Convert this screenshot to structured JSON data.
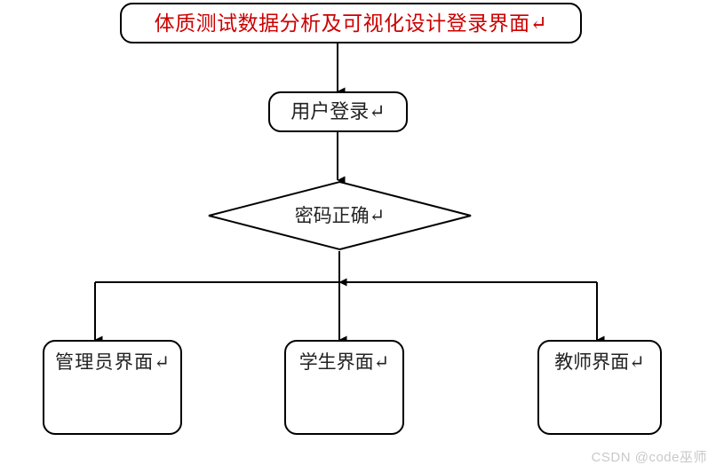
{
  "diagram": {
    "type": "flowchart",
    "background_color": "#ffffff",
    "line_color": "#000000",
    "nodes": {
      "title": {
        "label": "体质测试数据分析及可视化设计登录界面↵",
        "shape": "rounded-rectangle",
        "text_color": "#cc0000"
      },
      "login": {
        "label": "用户登录↵",
        "shape": "rounded-rectangle",
        "text_color": "#222222"
      },
      "decision": {
        "label": "密码正确↵",
        "shape": "diamond",
        "text_color": "#222222"
      },
      "admin": {
        "label": "管理员界面↵",
        "shape": "rounded-rectangle",
        "text_color": "#222222"
      },
      "student": {
        "label": "学生界面↵",
        "shape": "rounded-rectangle",
        "text_color": "#222222"
      },
      "teacher": {
        "label": "教师界面↵",
        "shape": "rounded-rectangle",
        "text_color": "#222222"
      }
    },
    "edges": [
      {
        "from": "title",
        "to": "login",
        "style": "arrow-down"
      },
      {
        "from": "login",
        "to": "decision",
        "style": "arrow-down"
      },
      {
        "from": "decision",
        "to": "branch-bus",
        "style": "arrow-down"
      },
      {
        "from": "branch-bus",
        "to": "admin",
        "style": "elbow-arrow-down"
      },
      {
        "from": "branch-bus",
        "to": "student",
        "style": "arrow-down"
      },
      {
        "from": "branch-bus",
        "to": "teacher",
        "style": "elbow-arrow-down"
      }
    ]
  },
  "watermark": {
    "text": "CSDN @code巫师",
    "color": "#c9c9c9"
  }
}
